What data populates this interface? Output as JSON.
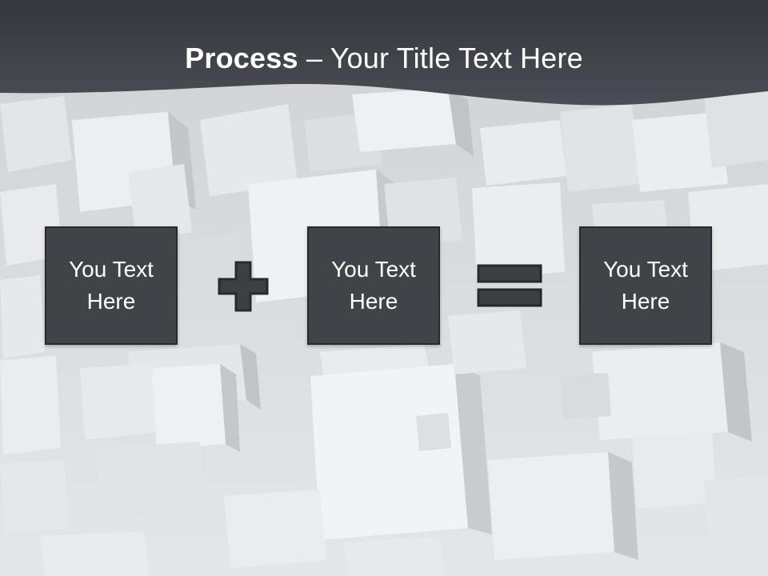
{
  "slide": {
    "title_bold": "Process",
    "title_rest": " – Your Title Text Here",
    "boxes": [
      {
        "text": "You Text Here"
      },
      {
        "text": "You Text Here"
      },
      {
        "text": "You Text Here"
      }
    ],
    "operators": [
      "plus-icon",
      "equals-icon"
    ],
    "colors": {
      "header": "#3d4046",
      "box_fill": "#404348",
      "box_border": "#262a2f",
      "operator": "#3c3f44",
      "title_text": "#ffffff"
    }
  }
}
